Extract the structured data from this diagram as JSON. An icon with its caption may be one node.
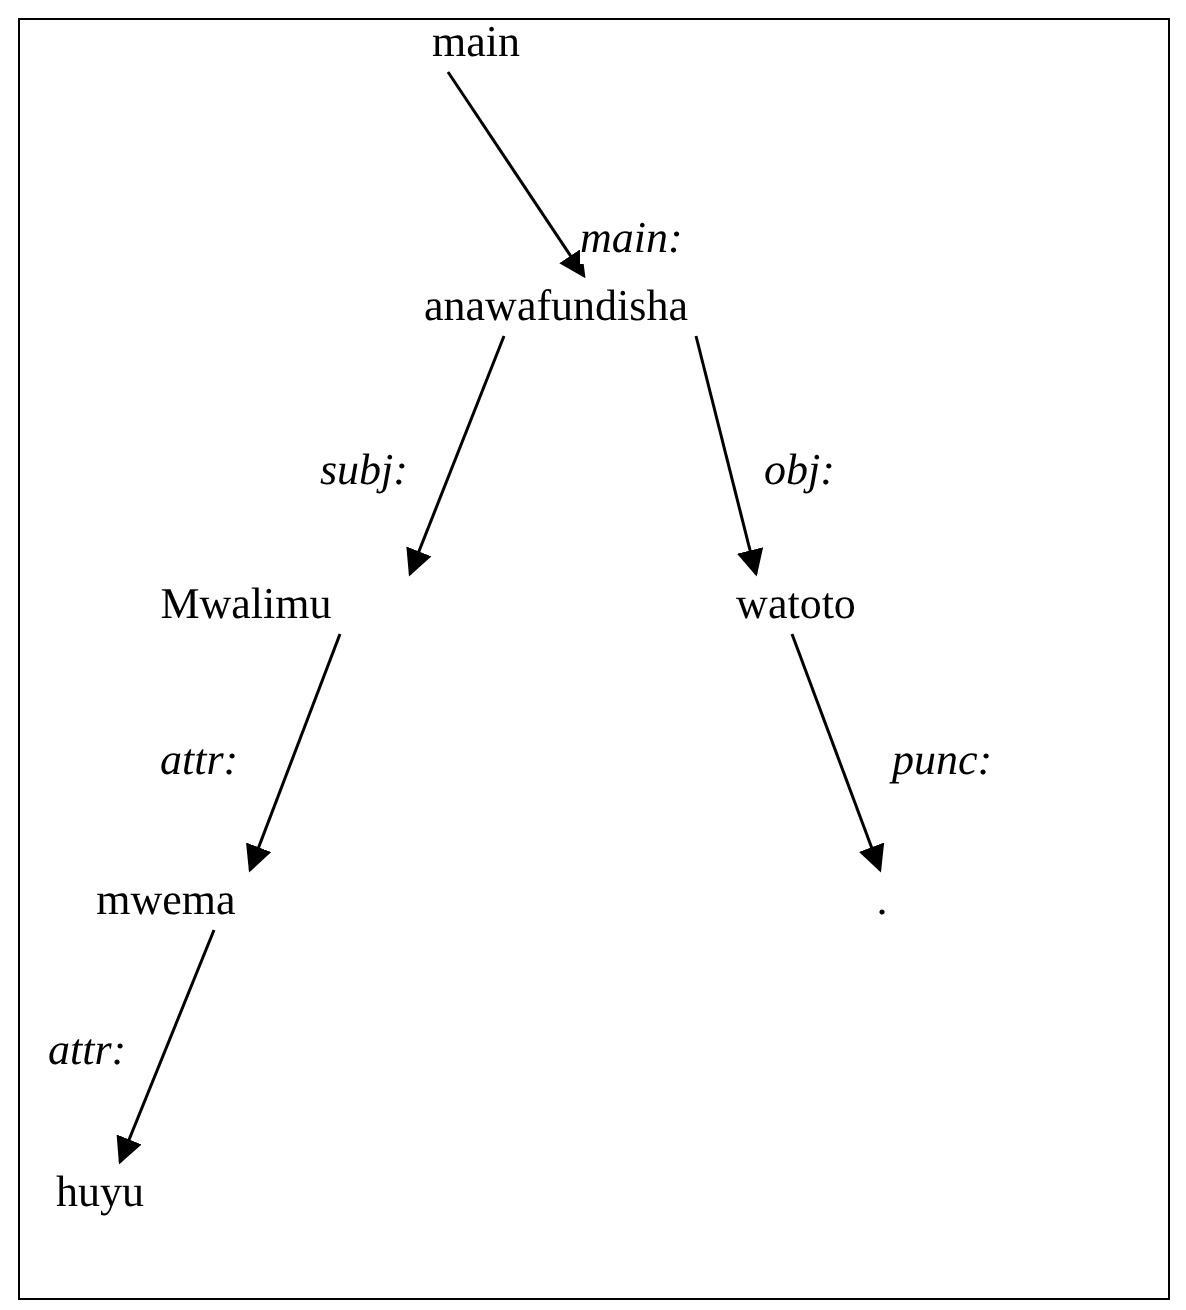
{
  "diagram": {
    "nodes": [
      {
        "text": [
          "main"
        ]
      },
      {
        "text": [
          "anawafundisha"
        ]
      },
      {
        "text": [
          "Mwalimu"
        ]
      },
      {
        "text": [
          "watoto"
        ]
      },
      {
        "text": [
          "mwema"
        ]
      },
      {
        "text": [
          "."
        ]
      },
      {
        "text": [
          "huyu"
        ]
      }
    ],
    "edges": [
      {
        "from": 0,
        "to": 1,
        "arrow": "to",
        "label": "main:"
      },
      {
        "from": 1,
        "to": 2,
        "arrow": "to",
        "label": "subj:"
      },
      {
        "from": 1,
        "to": 3,
        "arrow": "to",
        "label": "obj:"
      },
      {
        "from": 2,
        "to": 4,
        "arrow": "to",
        "label": "attr:"
      },
      {
        "from": 3,
        "to": 5,
        "arrow": "to",
        "label": "punc:"
      },
      {
        "from": 4,
        "to": 6,
        "arrow": "to",
        "label": "attr:"
      }
    ]
  }
}
